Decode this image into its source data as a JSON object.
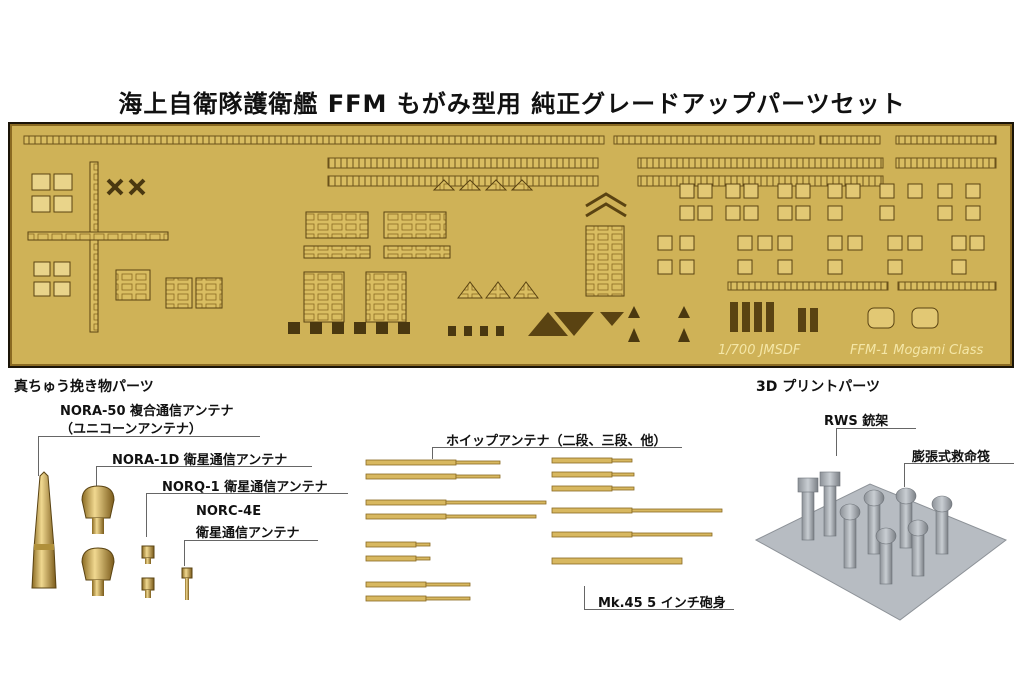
{
  "title": "海上自衛隊護衛艦 FFM もがみ型用 純正グレードアップパーツセット",
  "fret": {
    "credit_left": "1/700 JMSDF",
    "credit_right": "FFM-1 Mogami Class",
    "colors": {
      "brass": "#d6b95c",
      "brass_dark": "#7a5f1c",
      "frame": "#b08a2e"
    }
  },
  "sections": {
    "brass_parts": "真ちゅう挽き物パーツ",
    "print_parts": "3D プリントパーツ"
  },
  "labels": {
    "nora50_l1": "NORA-50 複合通信アンテナ",
    "nora50_l2": "（ユニコーンアンテナ）",
    "nora1d": "NORA-1D 衛星通信アンテナ",
    "norq1": "NORQ-1 衛星通信アンテナ",
    "norc4e_l1": "NORC-4E",
    "norc4e_l2": "衛星通信アンテナ",
    "whip": "ホイップアンテナ（二段、三段、他）",
    "mk45": "Mk.45 5 インチ砲身",
    "rws": "RWS 銃架",
    "liferaft": "膨張式救命筏"
  }
}
